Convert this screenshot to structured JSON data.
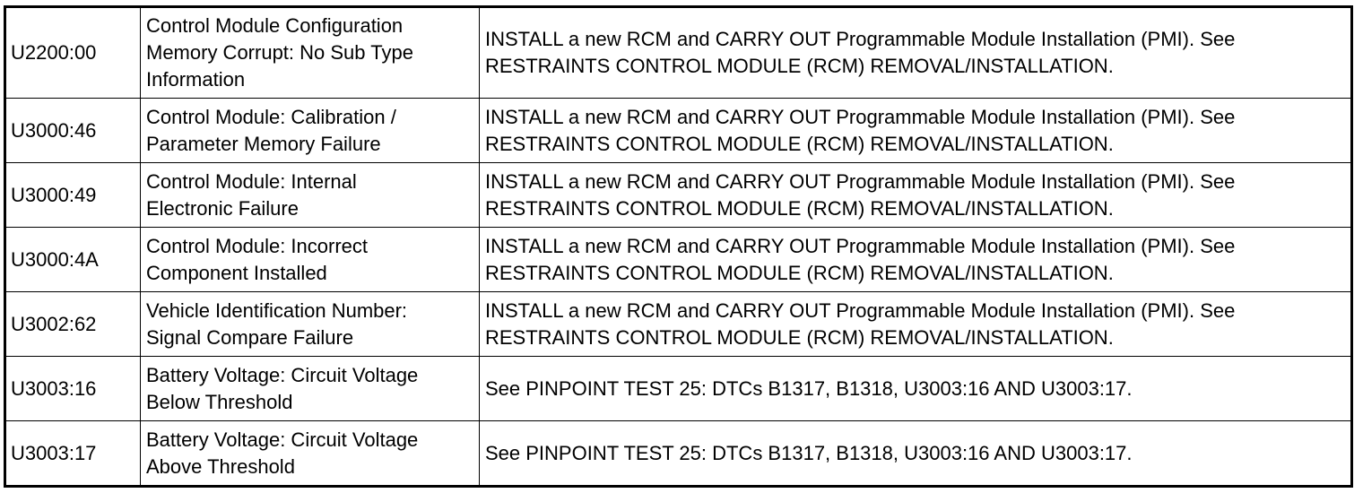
{
  "table": {
    "rows": [
      {
        "code": "U2200:00",
        "description_lines": [
          "Control Module Configuration",
          "Memory Corrupt: No Sub Type",
          "Information"
        ],
        "action_lines": [
          "INSTALL a new RCM and CARRY OUT Programmable Module Installation (PMI). See",
          "RESTRAINTS CONTROL MODULE (RCM) REMOVAL/INSTALLATION."
        ]
      },
      {
        "code": "U3000:46",
        "description_lines": [
          "Control Module: Calibration /",
          "Parameter Memory Failure"
        ],
        "action_lines": [
          "INSTALL a new RCM and CARRY OUT Programmable Module Installation (PMI). See",
          "RESTRAINTS CONTROL MODULE (RCM) REMOVAL/INSTALLATION."
        ]
      },
      {
        "code": "U3000:49",
        "description_lines": [
          "Control Module: Internal",
          "Electronic Failure"
        ],
        "action_lines": [
          "INSTALL a new RCM and CARRY OUT Programmable Module Installation (PMI). See",
          "RESTRAINTS CONTROL MODULE (RCM) REMOVAL/INSTALLATION."
        ]
      },
      {
        "code": "U3000:4A",
        "description_lines": [
          "Control Module: Incorrect",
          "Component Installed"
        ],
        "action_lines": [
          "INSTALL a new RCM and CARRY OUT Programmable Module Installation (PMI). See",
          "RESTRAINTS CONTROL MODULE (RCM) REMOVAL/INSTALLATION."
        ]
      },
      {
        "code": "U3002:62",
        "description_lines": [
          "Vehicle Identification Number:",
          "Signal Compare Failure"
        ],
        "action_lines": [
          "INSTALL a new RCM and CARRY OUT Programmable Module Installation (PMI). See",
          "RESTRAINTS CONTROL MODULE (RCM) REMOVAL/INSTALLATION."
        ]
      },
      {
        "code": "U3003:16",
        "description_lines": [
          "Battery Voltage: Circuit Voltage",
          "Below Threshold"
        ],
        "action_lines": [
          "See PINPOINT TEST 25: DTCs B1317, B1318, U3003:16 AND U3003:17."
        ]
      },
      {
        "code": "U3003:17",
        "description_lines": [
          "Battery Voltage: Circuit Voltage",
          "Above Threshold"
        ],
        "action_lines": [
          "See PINPOINT TEST 25: DTCs B1317, B1318, U3003:16 AND U3003:17."
        ]
      }
    ]
  }
}
